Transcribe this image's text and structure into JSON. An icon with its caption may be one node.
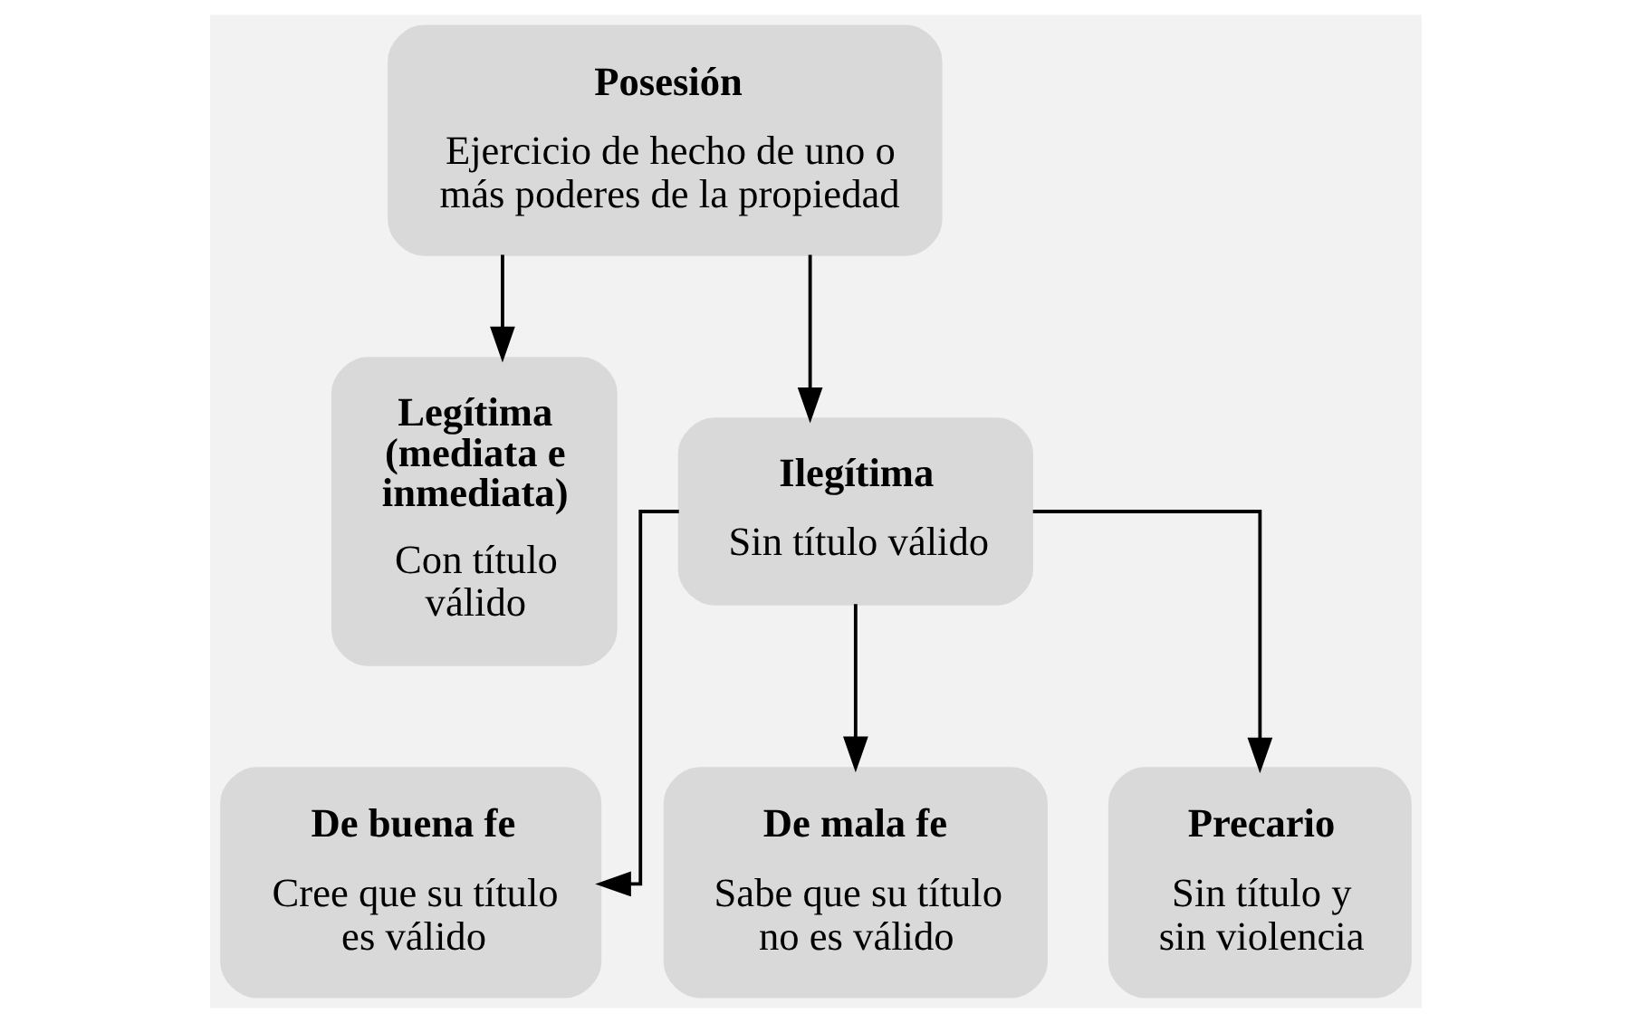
{
  "diagram": {
    "nodes": [
      {
        "text": [
          "Posesión",
          "Ejercicio de hecho de uno o más poderes de la propiedad"
        ]
      },
      {
        "text": [
          "Legítima (mediata e inmediata)",
          "Con título válido"
        ]
      },
      {
        "text": [
          "Ilegítima",
          "Sin título válido"
        ]
      },
      {
        "text": [
          "De buena fe",
          "Cree que su título es válido"
        ]
      },
      {
        "text": [
          "De mala fe",
          "Sabe que su título no es válido"
        ]
      },
      {
        "text": [
          "Precario",
          "Sin título y sin violencia"
        ]
      }
    ],
    "edges": [
      {
        "from": 0,
        "to": 1,
        "arrow": "to"
      },
      {
        "from": 0,
        "to": 2,
        "arrow": "to"
      },
      {
        "from": 2,
        "to": 3,
        "arrow": "to"
      },
      {
        "from": 2,
        "to": 4,
        "arrow": "to"
      },
      {
        "from": 2,
        "to": 5,
        "arrow": "to"
      }
    ]
  }
}
